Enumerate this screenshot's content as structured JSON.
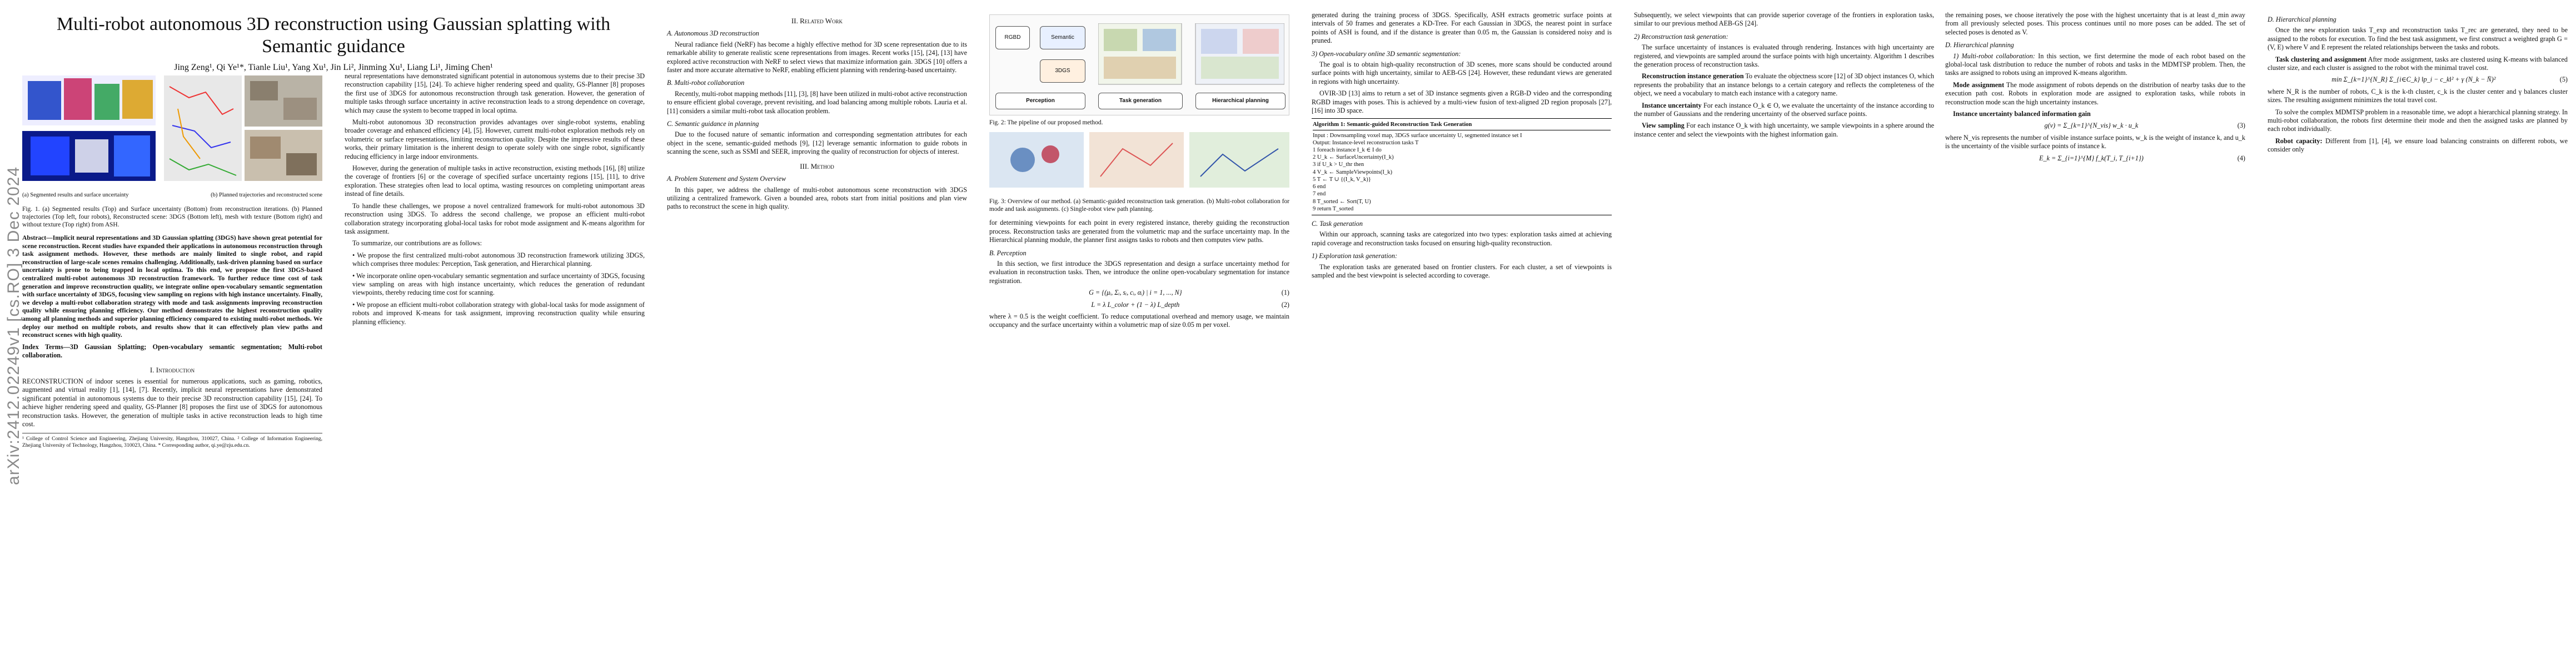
{
  "arxiv_stamp": "arXiv:2412.02249v1  [cs.RO]  3 Dec 2024",
  "page1": {
    "title": "Multi-robot autonomous 3D reconstruction using Gaussian splatting with Semantic guidance",
    "authors": "Jing Zeng¹, Qi Ye¹*, Tianle Liu¹, Yang Xu¹, Jin Li², Jinming Xu¹, Liang Li¹, Jiming Chen¹",
    "fig1_sub_a": "(a) Segmented results and surface uncertainty",
    "fig1_sub_b": "(b) Planned trajectories and reconstructed scene",
    "fig1_caption": "Fig. 1. (a) Segmented results (Top) and Surface uncertainty (Bottom) from reconstruction iterations. (b) Planned trajectories (Top left, four robots), Reconstructed scene: 3DGS (Bottom left), mesh with texture (Bottom right) and without texture (Top right) from ASH.",
    "abstract": "Abstract—Implicit neural representations and 3D Gaussian splatting (3DGS) have shown great potential for scene reconstruction. Recent studies have expanded their applications in autonomous reconstruction through task assignment methods. However, these methods are mainly limited to single robot, and rapid reconstruction of large-scale scenes remains challenging. Additionally, task-driven planning based on surface uncertainty is prone to being trapped in local optima. To this end, we propose the first 3DGS-based centralized multi-robot autonomous 3D reconstruction framework. To further reduce time cost of task generation and improve reconstruction quality, we integrate online open-vocabulary semantic segmentation with surface uncertainty of 3DGS, focusing view sampling on regions with high instance uncertainty. Finally, we develop a multi-robot collaboration strategy with mode and task assignments improving reconstruction quality while ensuring planning efficiency. Our method demonstrates the highest reconstruction quality among all planning methods and superior planning efficiency compared to existing multi-robot methods. We deploy our method on multiple robots, and results show that it can effectively plan view paths and reconstruct scenes with high quality.",
    "index_terms": "Index Terms—3D Gaussian Splatting; Open-vocabulary semantic segmentation; Multi-robot collaboration.",
    "intro_heading": "I. Introduction",
    "intro_p1": "RECONSTRUCTION of indoor scenes is essential for numerous applications, such as gaming, robotics, augmented and virtual reality [1], [14], [7]. Recently, implicit neural representations have demonstrated significant potential in autonomous systems due to their precise 3D reconstruction capability [15], [24]. To achieve higher rendering speed and quality, GS-Planner [8] proposes the first use of 3DGS for autonomous reconstruction tasks. However, the generation of multiple tasks in active reconstruction leads to high time cost.",
    "footnote": "¹ College of Control Science and Engineering, Zhejiang University, Hangzhou, 310027, China. ² College of Information Engineering, Zhejiang University of Technology, Hangzhou, 310023, China. * Corresponding author, qi.ye@zju.edu.cn.",
    "col2_p1": "neural representations have demonstrated significant potential in autonomous systems due to their precise 3D reconstruction capability [15], [24]. To achieve higher rendering speed and quality, GS-Planner [8] proposes the first use of 3DGS for autonomous reconstruction through task generation. However, the generation of multiple tasks through surface uncertainty in active reconstruction leads to a strong dependence on coverage, which may cause the system to become trapped in local optima.",
    "col2_p2": "Multi-robot autonomous 3D reconstruction provides advantages over single-robot systems, enabling broader coverage and enhanced efficiency [4], [5]. However, current multi-robot exploration methods rely on volumetric or surface representations, limiting reconstruction quality. Despite the impressive results of these works, their primary limitation is the inherent design to operate solely with one single robot, significantly reducing efficiency in large indoor environments.",
    "col2_p3": "However, during the generation of multiple tasks in active reconstruction, existing methods [16], [8] utilize the coverage of frontiers [6] or the coverage of specified surface uncertainty regions [15], [11], to drive exploration. These strategies often lead to local optima, wasting resources on completing unimportant areas instead of fine details.",
    "col2_p4": "To handle these challenges, we propose a novel centralized framework for multi-robot autonomous 3D reconstruction using 3DGS. To address the second challenge, we propose an efficient multi-robot collaboration strategy incorporating global-local tasks for robot mode assignment and K-means algorithm for task assignment.",
    "contrib_intro": "To summarize, our contributions are as follows:",
    "contrib1": "• We propose the first centralized multi-robot autonomous 3D reconstruction framework utilizing 3DGS, which comprises three modules: Perception, Task generation, and Hierarchical planning.",
    "contrib2": "• We incorporate online open-vocabulary semantic segmentation and surface uncertainty of 3DGS, focusing view sampling on areas with high instance uncertainty, which reduces the generation of redundant viewpoints, thereby reducing time cost for scanning.",
    "contrib3": "• We propose an efficient multi-robot collaboration strategy with global-local tasks for mode assignment of robots and improved K-means for task assignment, improving reconstruction quality while ensuring planning efficiency."
  },
  "page2": {
    "related_heading": "II. Related Work",
    "sub_a": "A. Autonomous 3D reconstruction",
    "p_a1": "Neural radiance field (NeRF) has become a highly effective method for 3D scene representation due to its remarkable ability to generate realistic scene representations from images. Recent works [15], [24], [13] have explored active reconstruction with NeRF to select views that maximize information gain. 3DGS [10] offers a faster and more accurate alternative to NeRF, enabling efficient planning with rendering-based uncertainty.",
    "sub_b": "B. Multi-robot collaboration",
    "p_b1": "Recently, multi-robot mapping methods [11], [3], [8] have been utilized in multi-robot active reconstruction to ensure efficient global coverage, prevent revisiting, and load balancing among multiple robots. Lauria et al. [11] considers a similar multi-robot task allocation problem.",
    "sub_c": "C. Semantic guidance in planning",
    "p_c1": "Due to the focused nature of semantic information and corresponding segmentation attributes for each object in the scene, semantic-guided methods [9], [12] leverage semantic information to guide robots in scanning the scene, such as SSMI and SEER, improving the quality of reconstruction for objects of interest.",
    "method_heading": "III. Method",
    "sub_overview": "A. Problem Statement and System Overview",
    "p_m1": "In this paper, we address the challenge of multi-robot autonomous scene reconstruction with 3DGS utilizing a centralized framework. Given a bounded area, robots start from initial positions and plan view paths to reconstruct the scene in high quality.",
    "fig2_labels": [
      "RGBD",
      "Semantic",
      "3DGS",
      "Perception",
      "Task generation",
      "Hierarchical planning"
    ],
    "fig2_caption": "Fig. 2: The pipeline of our proposed method.",
    "fig3_caption": "Fig. 3: Overview of our method. (a) Semantic-guided reconstruction task generation. (b) Multi-robot collaboration for mode and task assignments. (c) Single-robot view path planning.",
    "p_m2": "for determining viewpoints for each point in every registered instance, thereby guiding the reconstruction process. Reconstruction tasks are generated from the volumetric map and the surface uncertainty map. In the Hierarchical planning module, the planner first assigns tasks to robots and then computes view paths.",
    "sub_b2": "B. Perception",
    "p_p1": "In this section, we first introduce the 3DGS representation and design a surface uncertainty method for evaluation in reconstruction tasks. Then, we introduce the online open-vocabulary segmentation for instance registration.",
    "eq1": "G = {(μᵢ, Σᵢ, sᵢ, cᵢ, αᵢ) | i = 1, ..., N}",
    "eq1_num": "(1)",
    "eq2": "L = λ L_color + (1 − λ) L_depth",
    "eq2_num": "(2)",
    "p_p2": "where λ = 0.5 is the weight coefficient. To reduce computational overhead and memory usage, we maintain occupancy and the surface uncertainty within a volumetric map of size 0.05 m per voxel."
  },
  "page3": {
    "p1": "generated during the training process of 3DGS. Specifically, ASH extracts geometric surface points at intervals of 50 frames and generates a KD-Tree. For each Gaussian in 3DGS, the nearest point in surface points of ASH is found, and if the distance is greater than 0.05 m, the Gaussian is considered noisy and is pruned.",
    "sub_open": "3) Open-vocabulary online 3D semantic segmentation:",
    "p2": "The goal is to obtain high-quality reconstruction of 3D scenes, more scans should be conducted around surface points with high uncertainty, similar to AEB-GS [24]. However, these redundant views are generated in regions with high uncertainty.",
    "p3": "OVIR-3D [13] aims to return a set of 3D instance segments given a RGB-D video and the corresponding RGBD images with poses. This is achieved by a multi-view fusion of text-aligned 2D region proposals [27], [16] into 3D space.",
    "algo_title": "Algorithm 1: Semantic-guided Reconstruction Task Generation",
    "algo_lines": [
      "Input : Downsampling voxel map, 3DGS surface uncertainty U, segmented instance set I",
      "Output: Instance-level reconstruction tasks T",
      "1  foreach instance I_k ∈ I do",
      "2      U_k ← SurfaceUncertainty(I_k)",
      "3      if U_k > U_thr then",
      "4          V_k ← SampleViewpoints(I_k)",
      "5          T ← T ∪ {(I_k, V_k)}",
      "6      end",
      "7  end",
      "8  T_sorted ← Sort(T, U)",
      "9  return T_sorted"
    ],
    "sub_task": "C. Task generation",
    "p4": "Within our approach, scanning tasks are categorized into two types: exploration tasks aimed at achieving rapid coverage and reconstruction tasks focused on ensuring high-quality reconstruction.",
    "sub_expl": "1) Exploration task generation:",
    "p5": "The exploration tasks are generated based on frontier clusters. For each cluster, a set of viewpoints is sampled and the best viewpoint is selected according to coverage.",
    "col2_p1": "Subsequently, we select viewpoints that can provide superior coverage of the frontiers in exploration tasks, similar to our previous method AEB-GS [24].",
    "sub_recon": "2) Reconstruction task generation:",
    "col2_p2": "The surface uncertainty of instances is evaluated through rendering. Instances with high uncertainty are registered, and viewpoints are sampled around the surface points with high uncertainty. Algorithm 1 describes the generation process of reconstruction tasks.",
    "bold_rtg": "Reconstruction instance generation",
    "col2_p3": "To evaluate the objectness score [12] of 3D object instances O, which represents the probability that an instance belongs to a certain category and reflects the completeness of the object, we need a vocabulary to match each instance with a category name.",
    "bold_iu": "Instance uncertainty",
    "col2_p4": "For each instance O_k ∈ O, we evaluate the uncertainty of the instance according to the number of Gaussians and the rendering uncertainty of the observed surface points.",
    "bold_vs": "View sampling",
    "col2_p5": "For each instance O_k with high uncertainty, we sample viewpoints in a sphere around the instance center and select the viewpoints with the highest information gain."
  },
  "page4": {
    "p1": "the remaining poses, we choose iteratively the pose with the highest uncertainty that is at least d_min away from all previously selected poses. This process continues until no more poses can be added. The set of selected poses is denoted as V.",
    "sub_hier": "D. Hierarchical planning",
    "bullet1_title": "1) Multi-robot collaboration:",
    "bullet1": "In this section, we first determine the mode of each robot based on the global-local task distribution to reduce the number of robots and tasks in the MDMTSP problem. Then, the tasks are assigned to robots using an improved K-means algorithm.",
    "bold_mode": "Mode assignment",
    "p2": "The mode assignment of robots depends on the distribution of nearby tasks due to the execution path cost. Robots in exploration mode are assigned to exploration tasks, while robots in reconstruction mode scan the high uncertainty instances.",
    "bold_iug": "Instance uncertainty balanced information gain",
    "eq3": "g(v) = Σ_{k=1}^{N_vis} w_k · u_k",
    "eq3_num": "(3)",
    "p3": "where N_vis represents the number of visible instance surface points, w_k is the weight of instance k, and u_k is the uncertainty of the visible surface points of instance k.",
    "eq4": "E_k = Σ_{i=1}^{M} f_k(T_i, T_{i+1})",
    "eq4_num": "(4)",
    "col2_sub": "D. Hierarchical planning",
    "col2_p1": "Once the new exploration tasks T_exp and reconstruction tasks T_rec are generated, they need to be assigned to the robots for execution. To find the best task assignment, we first construct a weighted graph G = (V, E) where V and E represent the related relationships between the tasks and robots.",
    "bold_tc": "Task clustering and assignment",
    "col2_p2": "After mode assignment, tasks are clustered using K-means with balanced cluster size, and each cluster is assigned to the robot with the minimal travel cost.",
    "eq5": "min Σ_{k=1}^{N_R} Σ_{i∈C_k} ‖p_i − c_k‖² + γ (N_k − N̄)²",
    "eq5_num": "(5)",
    "col2_p3": "where N_R is the number of robots, C_k is the k-th cluster, c_k is the cluster center and γ balances cluster sizes. The resulting assignment minimizes the total travel cost.",
    "col2_p4": "To solve the complex MDMTSP problem in a reasonable time, we adopt a hierarchical planning strategy. In multi-robot collaboration, the robots first determine their mode and then the assigned tasks are planned by each robot individually.",
    "bold_robot": "Robot capacity:",
    "col2_p5": "Different from [1], [4], we ensure load balancing constraints on different robots, we consider only"
  }
}
